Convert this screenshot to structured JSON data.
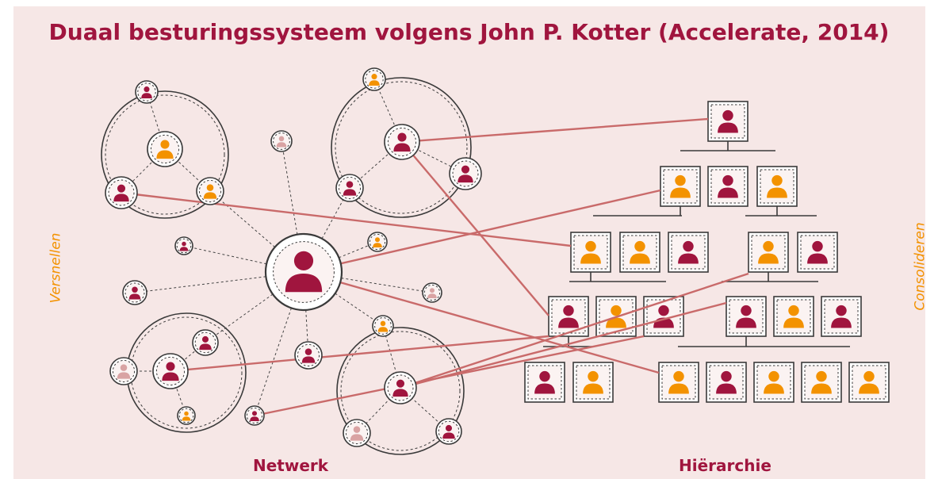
{
  "title": "Duaal besturingssysteem volgens John P. Kotter (Accelerate, 2014)",
  "labels": {
    "network": "Netwerk",
    "hierarchy": "Hiërarchie",
    "left_side": "Versnellen",
    "right_side": "Consolideren"
  },
  "colors": {
    "background": "#f6e7e6",
    "maroon": "#a0153e",
    "orange": "#f39200",
    "pink": "#d9a3a3",
    "link": "#c96a6a"
  },
  "icons": {
    "person": "person-icon"
  }
}
